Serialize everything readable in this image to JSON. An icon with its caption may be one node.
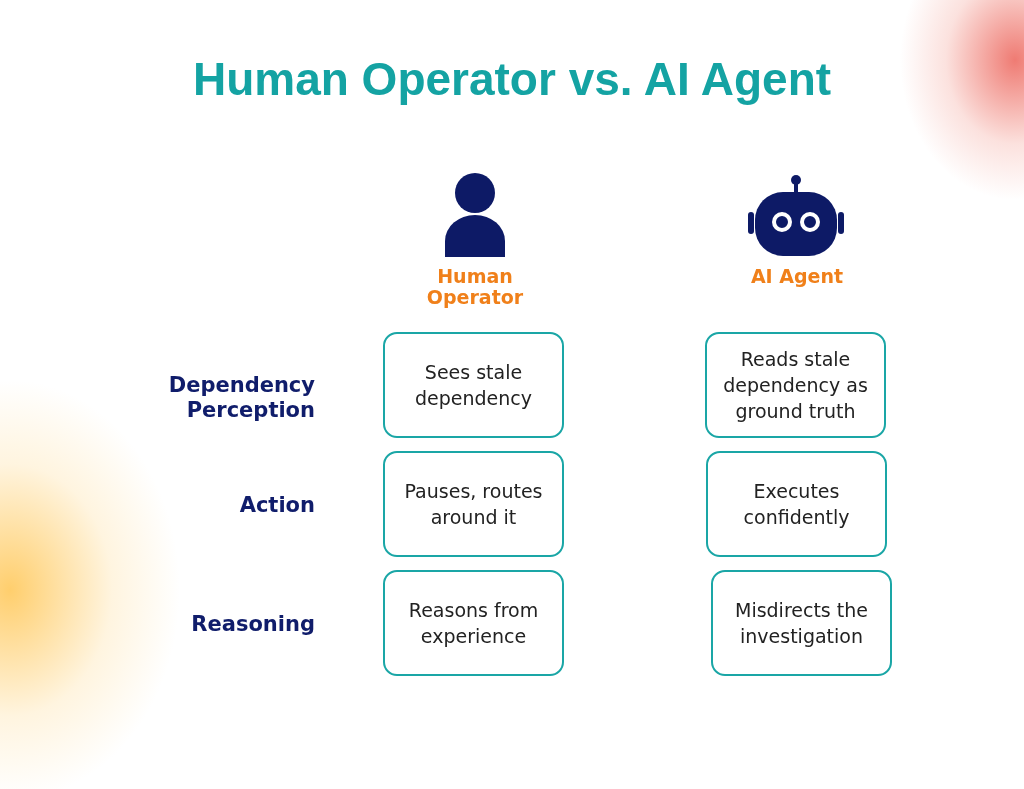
{
  "diagram": {
    "title": "Human Operator vs. AI Agent",
    "nodes": [
      {
        "text": [
          "Sees stale dependency"
        ]
      },
      {
        "text": [
          "Reads stale dependency as ground truth"
        ]
      },
      {
        "text": [
          "Pauses, routes around it"
        ]
      },
      {
        "text": [
          "Executes confidently"
        ]
      },
      {
        "text": [
          "Reasons from experience"
        ]
      },
      {
        "text": [
          "Misdirects the investigation"
        ]
      }
    ],
    "labels": [
      "Human Operator",
      "AI Agent",
      "Dependency Perception",
      "Action",
      "Reasoning"
    ]
  }
}
